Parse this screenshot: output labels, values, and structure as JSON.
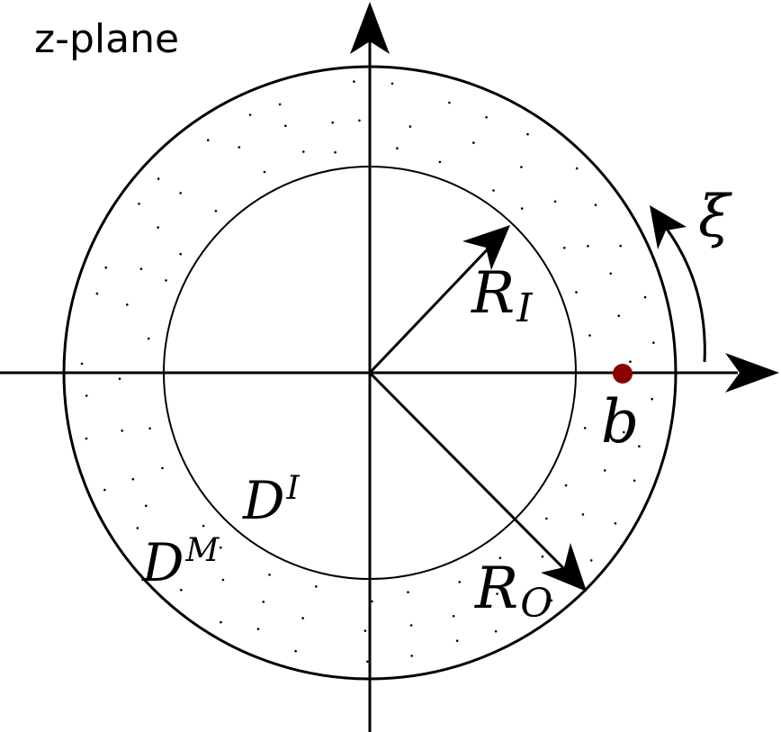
{
  "title": "z-plane",
  "labels": {
    "inner_radius": {
      "main": "R",
      "sub": "I"
    },
    "outer_radius": {
      "main": "R",
      "sub": "O"
    },
    "inner_domain": {
      "main": "D",
      "sup": "I"
    },
    "middle_domain": {
      "main": "D",
      "sup": "M"
    },
    "point": "b",
    "angle": "ξ"
  },
  "colors": {
    "stroke": "#000000",
    "point": "#8b0000"
  }
}
